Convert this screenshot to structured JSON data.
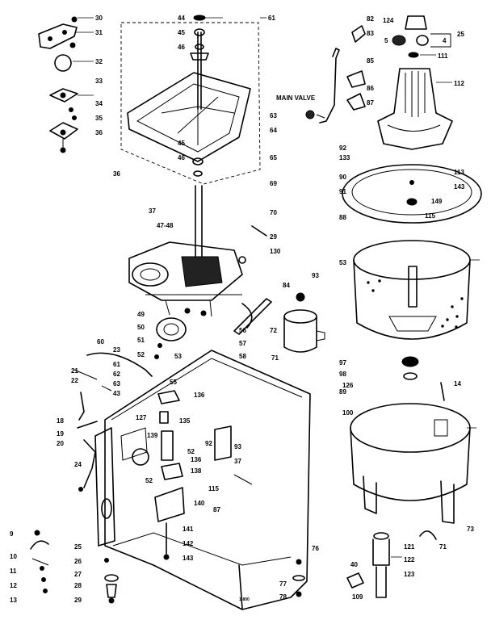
{
  "labels": [
    "30",
    "31",
    "32",
    "33",
    "34",
    "35",
    "36",
    "44",
    "45",
    "46",
    "61",
    "45",
    "46",
    "36",
    "37",
    "82",
    "83",
    "85",
    "86",
    "87",
    "124",
    "5",
    "4",
    "25",
    "111",
    "112",
    "MAIN VALVE",
    "63",
    "64",
    "65",
    "90",
    "91",
    "92",
    "88",
    "69",
    "70",
    "133",
    "113",
    "143",
    "149",
    "115",
    "53",
    "47-48",
    "29",
    "130",
    "84",
    "93",
    "72",
    "56",
    "57",
    "58",
    "49",
    "50",
    "51",
    "52",
    "53",
    "60",
    "61",
    "62",
    "63",
    "23",
    "43",
    "18",
    "19",
    "20",
    "24",
    "21",
    "22",
    "55",
    "136",
    "135",
    "127",
    "52",
    "139",
    "136",
    "138",
    "52",
    "115",
    "140",
    "141",
    "142",
    "143",
    "92",
    "93",
    "37",
    "87",
    "71",
    "89",
    "97",
    "98",
    "126",
    "14",
    "100",
    "73",
    "71",
    "121",
    "122",
    "123",
    "40",
    "109",
    "9",
    "10",
    "11",
    "12",
    "13",
    "25",
    "26",
    "27",
    "28",
    "29",
    "76",
    "77",
    "78",
    "1-800"
  ]
}
